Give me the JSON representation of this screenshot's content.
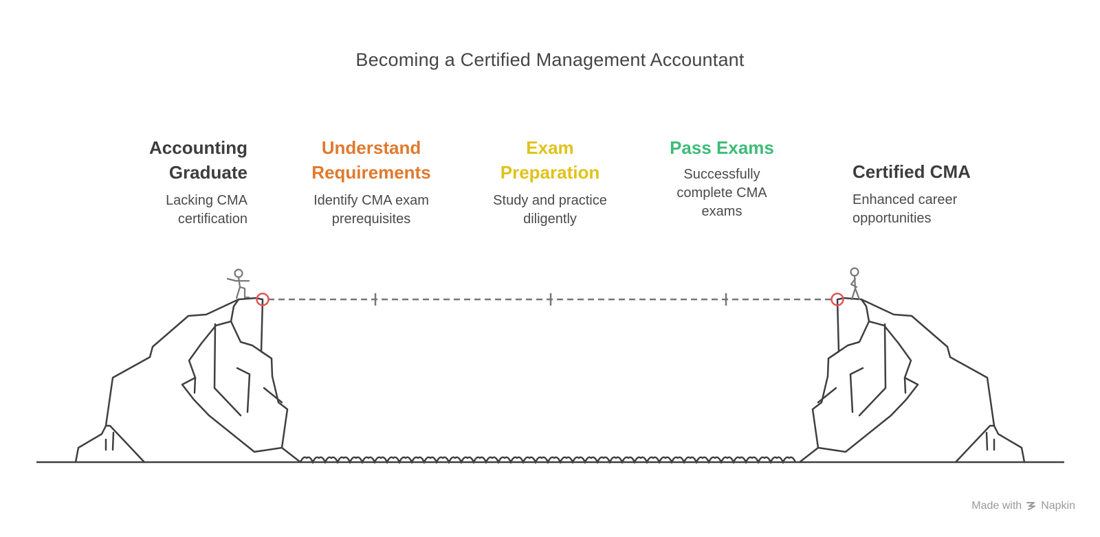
{
  "title": "Becoming a Certified Management Accountant",
  "stages": [
    {
      "heading_lines": [
        "Accounting",
        "Graduate"
      ],
      "description_lines": [
        "Lacking CMA",
        "certification"
      ],
      "color": "#3d3d3d"
    },
    {
      "heading_lines": [
        "Understand",
        "Requirements"
      ],
      "description_lines": [
        "Identify CMA exam",
        "prerequisites"
      ],
      "color": "#e07a2e"
    },
    {
      "heading_lines": [
        "Exam",
        "Preparation"
      ],
      "description_lines": [
        "Study and practice",
        "diligently"
      ],
      "color": "#e0c21a"
    },
    {
      "heading_lines": [
        "Pass Exams"
      ],
      "description_lines": [
        "Successfully",
        "complete CMA",
        "exams"
      ],
      "color": "#3dbb78"
    },
    {
      "heading_lines": [
        "Certified CMA"
      ],
      "description_lines": [
        "Enhanced career",
        "opportunities"
      ],
      "color": "#3d3d3d"
    }
  ],
  "credit": {
    "prefix": "Made with",
    "brand": "Napkin"
  },
  "colors": {
    "line": "#3f3f3f",
    "rope": "#777777",
    "anchor": "#e05555",
    "figure": "#777777"
  },
  "icons": [
    "person-climbing-icon",
    "person-standing-icon",
    "cliff-left-icon",
    "cliff-right-icon",
    "water-waves-icon",
    "napkin-logo-icon"
  ]
}
